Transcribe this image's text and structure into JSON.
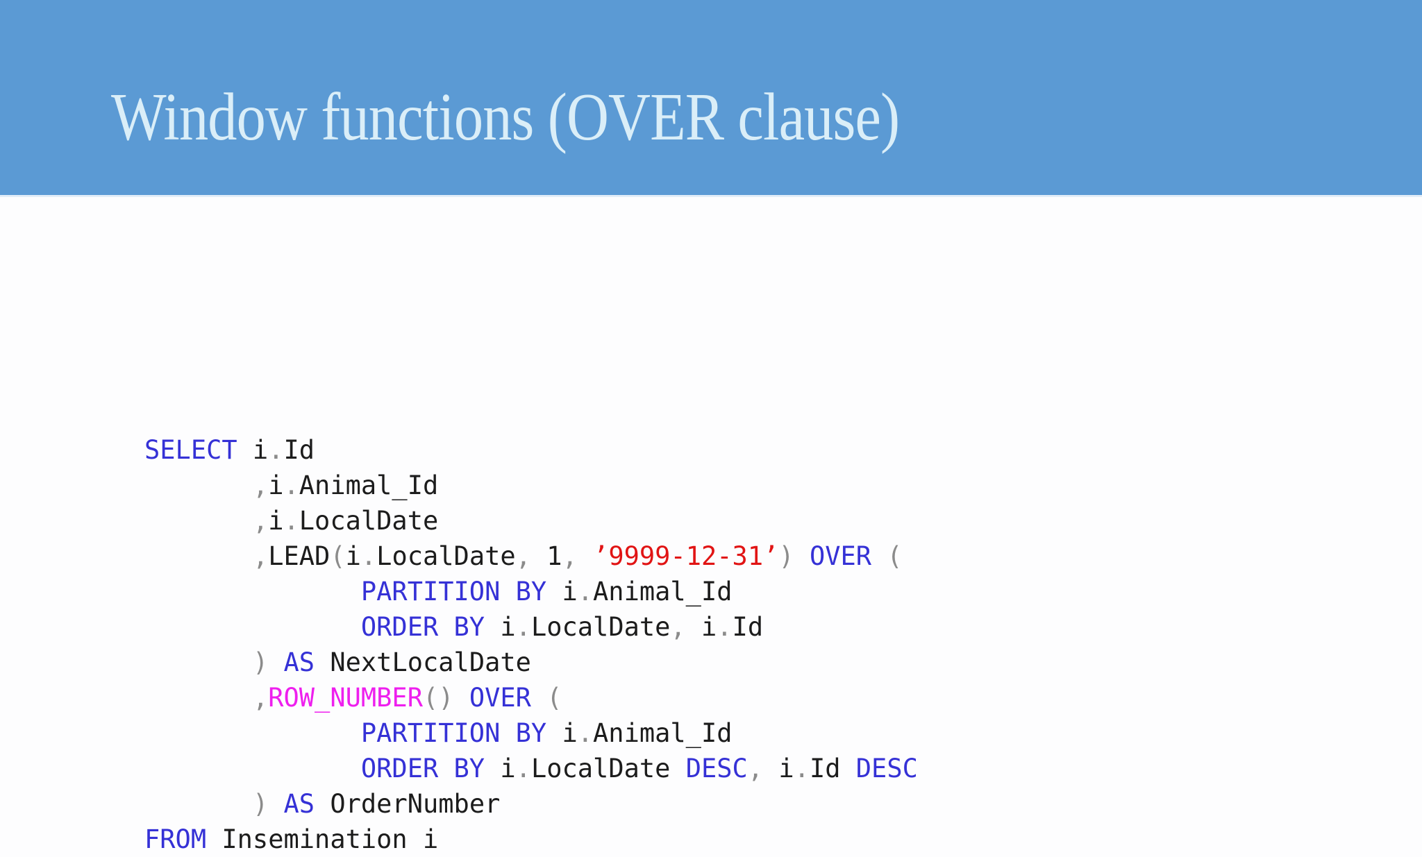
{
  "slide": {
    "title": "Window functions (OVER clause)",
    "colors": {
      "header_bg": "#5b9ad4",
      "title": "#daeef8",
      "body_bg": "#fdfdfe",
      "keyword": "#3531d6",
      "identifier": "#1c1c1c",
      "punctuation": "#8b8b8b",
      "string": "#e11414",
      "function": "#ee1fee"
    }
  },
  "code": {
    "language": "sql",
    "lines": [
      [
        [
          "kw",
          "SELECT"
        ],
        [
          "id",
          " i"
        ],
        [
          "pu",
          "."
        ],
        [
          "id",
          "Id"
        ]
      ],
      [
        [
          "id",
          "       "
        ],
        [
          "pu",
          ","
        ],
        [
          "id",
          "i"
        ],
        [
          "pu",
          "."
        ],
        [
          "id",
          "Animal_Id"
        ]
      ],
      [
        [
          "id",
          "       "
        ],
        [
          "pu",
          ","
        ],
        [
          "id",
          "i"
        ],
        [
          "pu",
          "."
        ],
        [
          "id",
          "LocalDate"
        ]
      ],
      [
        [
          "id",
          "       "
        ],
        [
          "pu",
          ","
        ],
        [
          "id",
          "LEAD"
        ],
        [
          "pu",
          "("
        ],
        [
          "id",
          "i"
        ],
        [
          "pu",
          "."
        ],
        [
          "id",
          "LocalDate"
        ],
        [
          "pu",
          ","
        ],
        [
          "id",
          " 1"
        ],
        [
          "pu",
          ","
        ],
        [
          "id",
          " "
        ],
        [
          "st",
          "’9999-12-31’"
        ],
        [
          "pu",
          ")"
        ],
        [
          "id",
          " "
        ],
        [
          "kw",
          "OVER"
        ],
        [
          "id",
          " "
        ],
        [
          "pu",
          "("
        ]
      ],
      [
        [
          "id",
          "              "
        ],
        [
          "kw",
          "PARTITION BY"
        ],
        [
          "id",
          " i"
        ],
        [
          "pu",
          "."
        ],
        [
          "id",
          "Animal_Id"
        ]
      ],
      [
        [
          "id",
          "              "
        ],
        [
          "kw",
          "ORDER BY"
        ],
        [
          "id",
          " i"
        ],
        [
          "pu",
          "."
        ],
        [
          "id",
          "LocalDate"
        ],
        [
          "pu",
          ","
        ],
        [
          "id",
          " i"
        ],
        [
          "pu",
          "."
        ],
        [
          "id",
          "Id"
        ]
      ],
      [
        [
          "id",
          "       "
        ],
        [
          "pu",
          ")"
        ],
        [
          "id",
          " "
        ],
        [
          "kw",
          "AS"
        ],
        [
          "id",
          " NextLocalDate"
        ]
      ],
      [
        [
          "id",
          "       "
        ],
        [
          "pu",
          ","
        ],
        [
          "fn",
          "ROW_NUMBER"
        ],
        [
          "pu",
          "()"
        ],
        [
          "id",
          " "
        ],
        [
          "kw",
          "OVER"
        ],
        [
          "id",
          " "
        ],
        [
          "pu",
          "("
        ]
      ],
      [
        [
          "id",
          "              "
        ],
        [
          "kw",
          "PARTITION BY"
        ],
        [
          "id",
          " i"
        ],
        [
          "pu",
          "."
        ],
        [
          "id",
          "Animal_Id"
        ]
      ],
      [
        [
          "id",
          "              "
        ],
        [
          "kw",
          "ORDER BY"
        ],
        [
          "id",
          " i"
        ],
        [
          "pu",
          "."
        ],
        [
          "id",
          "LocalDate"
        ],
        [
          "id",
          " "
        ],
        [
          "kw",
          "DESC"
        ],
        [
          "pu",
          ","
        ],
        [
          "id",
          " i"
        ],
        [
          "pu",
          "."
        ],
        [
          "id",
          "Id"
        ],
        [
          "id",
          " "
        ],
        [
          "kw",
          "DESC"
        ]
      ],
      [
        [
          "id",
          "       "
        ],
        [
          "pu",
          ")"
        ],
        [
          "id",
          " "
        ],
        [
          "kw",
          "AS"
        ],
        [
          "id",
          " OrderNumber"
        ]
      ],
      [
        [
          "kw",
          "FROM"
        ],
        [
          "id",
          " Insemination i"
        ]
      ]
    ]
  }
}
